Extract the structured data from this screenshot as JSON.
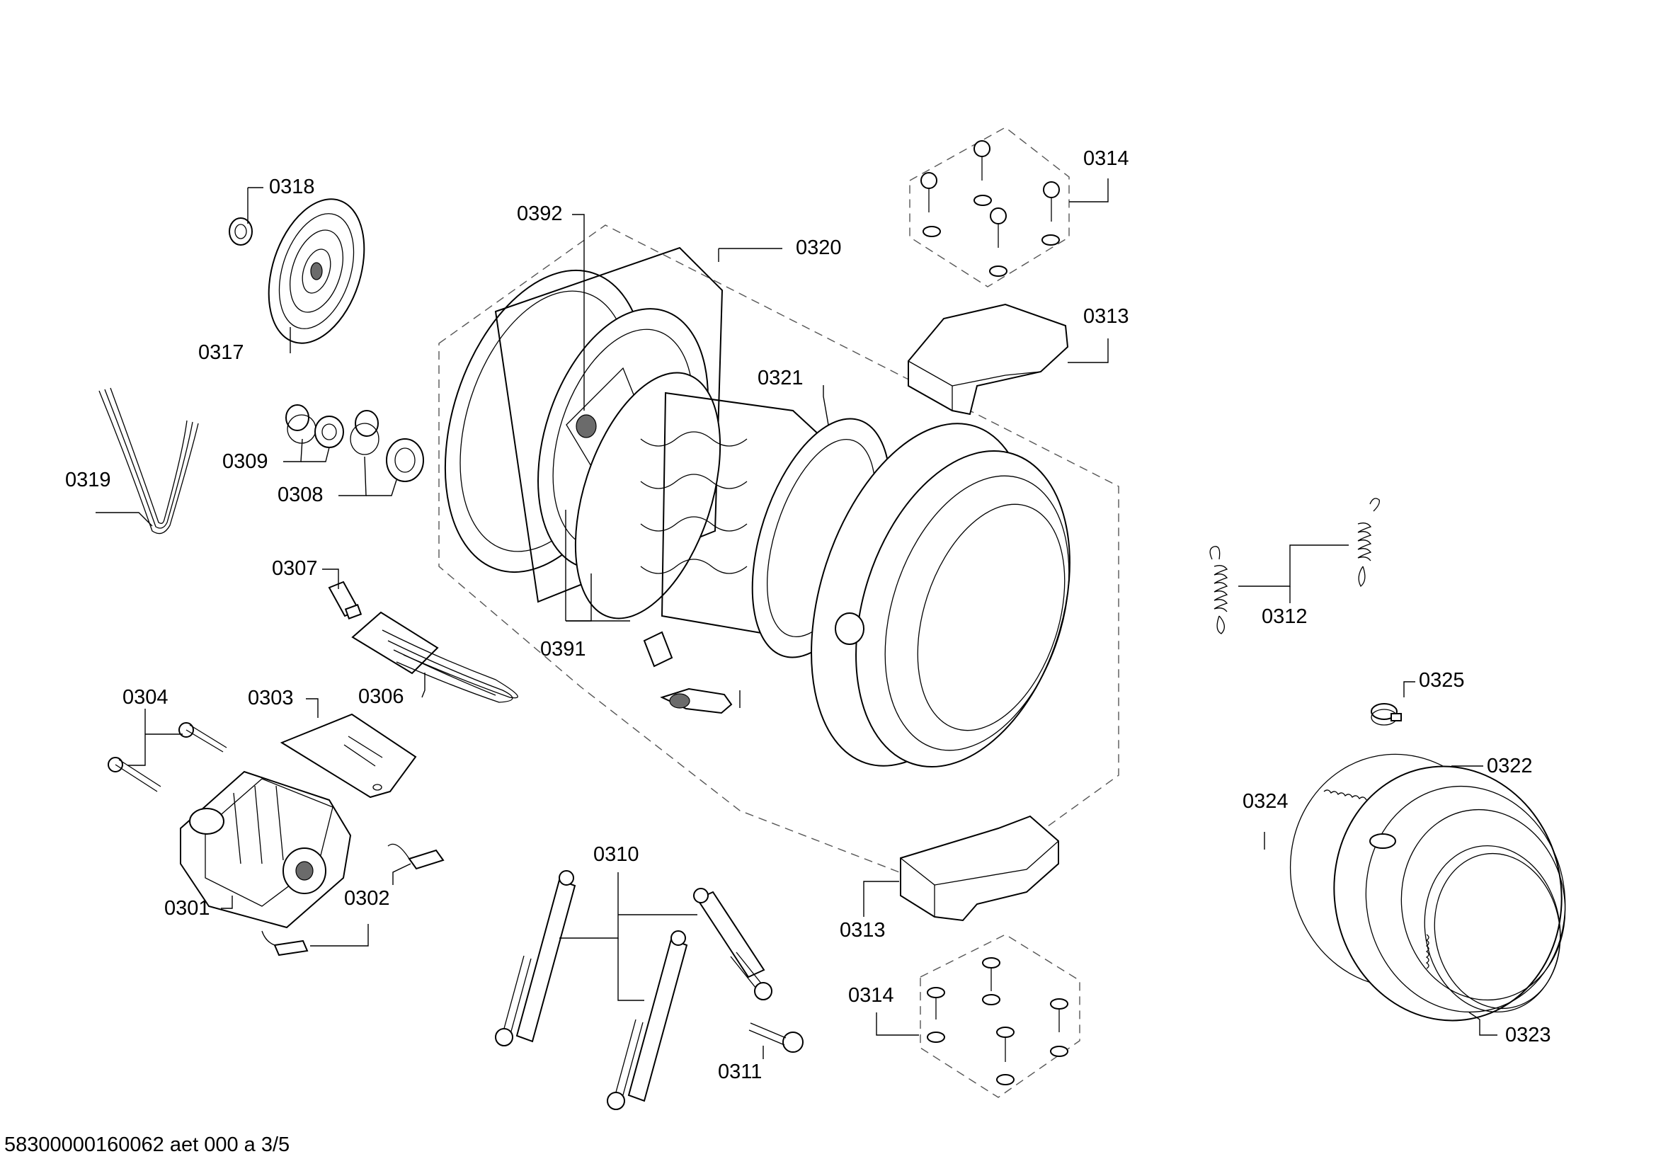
{
  "document_id": "58300000160062 aet 000 a 3/5",
  "labels": {
    "p0318": "0318",
    "p0317": "0317",
    "p0319": "0319",
    "p0309": "0309",
    "p0308": "0308",
    "p0307": "0307",
    "p0306": "0306",
    "p0303": "0303",
    "p0304": "0304",
    "p0301": "0301",
    "p0302": "0302",
    "p0310": "0310",
    "p0311": "0311",
    "p0392": "0392",
    "p0391": "0391",
    "p0320": "0320",
    "p0321": "0321",
    "p0314_top": "0314",
    "p0313_top": "0313",
    "p0313_bottom": "0313",
    "p0314_bottom": "0314",
    "p0312": "0312",
    "p0325": "0325",
    "p0322": "0322",
    "p0324": "0324",
    "p0323": "0323"
  }
}
